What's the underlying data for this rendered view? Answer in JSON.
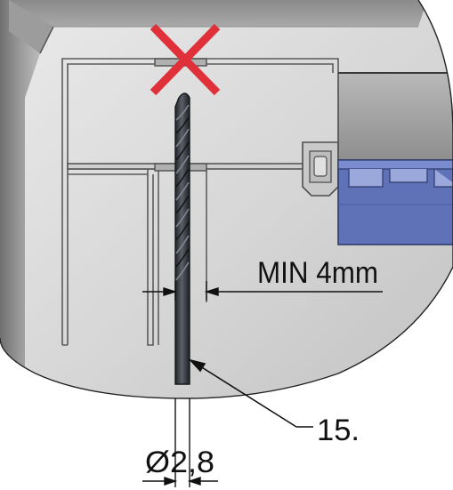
{
  "diagram": {
    "clearance_label": "MIN  4mm",
    "callout_label": "15.",
    "diameter_label": "Ø2,8",
    "not_allowed_mark": "red-cross-icon"
  },
  "colors": {
    "cross": "#e0303a",
    "panel_light": "#d9d9d9",
    "panel_dark": "#7a7a7a",
    "bracket_blue": "#5f72b8",
    "drill_bit": "#3a3d44",
    "line": "#111111"
  }
}
